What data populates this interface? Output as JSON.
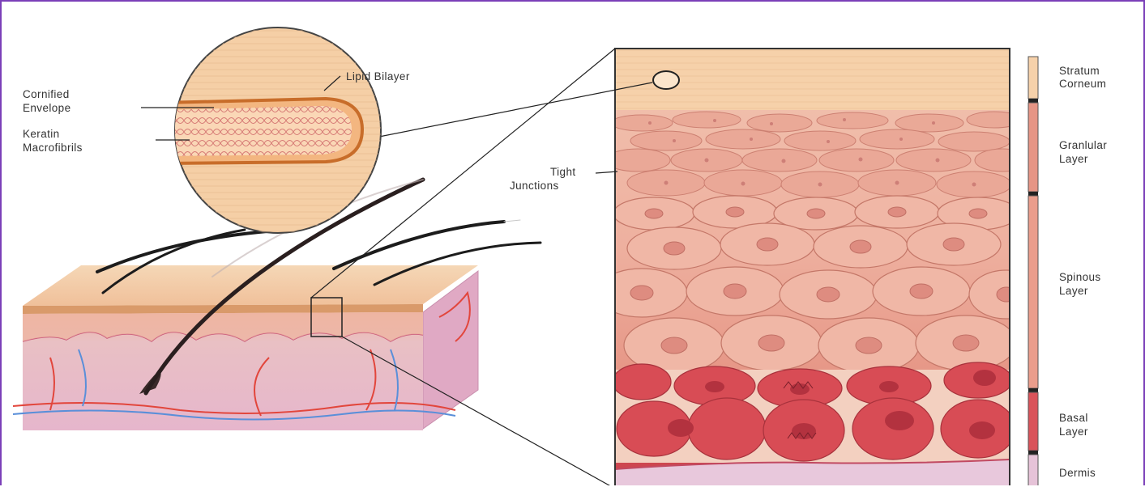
{
  "labels": {
    "lipid_bilayer": "Lipid Bilayer",
    "cornified_1": "Cornified",
    "cornified_2": "Envelope",
    "keratin_1": "Keratin",
    "keratin_2": "Macrofibrils",
    "tight_1": "Tight",
    "tight_2": "Junctions"
  },
  "layers": [
    {
      "line1": "Stratum",
      "line2": "Corneum",
      "color": "#f6d1aa"
    },
    {
      "line1": "Granlular",
      "line2": "Layer",
      "color": "#e69585"
    },
    {
      "line1": "Spinous",
      "line2": "Layer",
      "color": "#ea9d8c"
    },
    {
      "line1": "Basal",
      "line2": "Layer",
      "color": "#d9535a"
    },
    {
      "line1": "Dermis",
      "line2": "",
      "color": "#e6c3d8"
    }
  ],
  "colors": {
    "frame_border": "#7b3fb8",
    "stratum": "#f6d1aa",
    "cell_fill": "#f0b7a6",
    "basal_cell": "#d84c55",
    "dermis": "#e8c8dc",
    "artery": "#e2463c",
    "vein": "#5a8fd9"
  }
}
